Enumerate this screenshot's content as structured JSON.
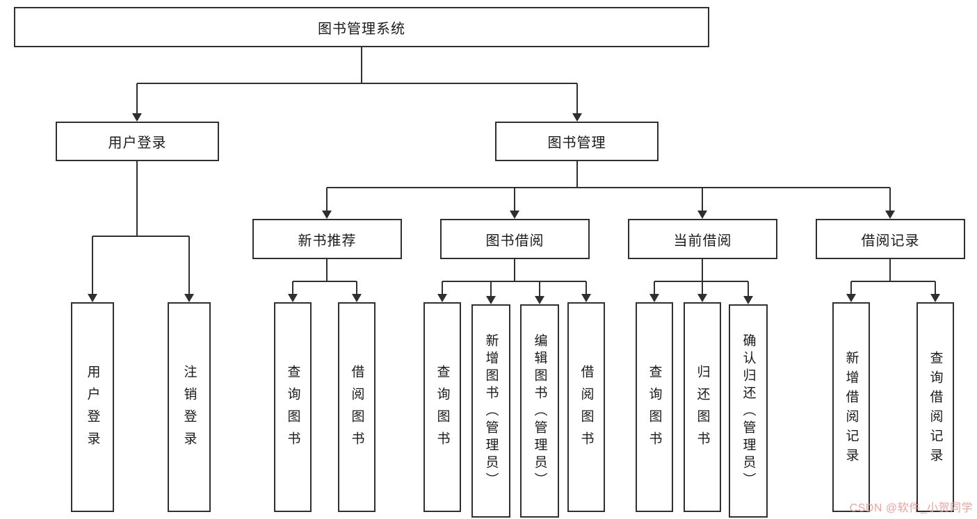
{
  "diagram": {
    "root_label": "图书管理系统",
    "branches": {
      "user_login": {
        "label": "用户登录",
        "children": [
          {
            "label": "用户登录"
          },
          {
            "label": "注销登录"
          }
        ]
      },
      "book_management": {
        "label": "图书管理",
        "sections": {
          "new_book_recommend": {
            "label": "新书推荐",
            "children": [
              {
                "label": "查询图书"
              },
              {
                "label": "借阅图书"
              }
            ]
          },
          "book_borrow": {
            "label": "图书借阅",
            "children": [
              {
                "label": "查询图书"
              },
              {
                "label": "新增图书（管理员）"
              },
              {
                "label": "编辑图书（管理员）"
              },
              {
                "label": "借阅图书"
              }
            ]
          },
          "current_borrow": {
            "label": "当前借阅",
            "children": [
              {
                "label": "查询图书"
              },
              {
                "label": "归还图书"
              },
              {
                "label": "确认归还（管理员）"
              }
            ]
          },
          "borrow_records": {
            "label": "借阅记录",
            "children": [
              {
                "label": "新增借阅记录"
              },
              {
                "label": "查询借阅记录"
              }
            ]
          }
        }
      }
    }
  },
  "watermark": {
    "text": "CSDN @软件_小贺同学",
    "color": "#f0a19b"
  },
  "colors": {
    "box_border": "#2f2f2f",
    "connector_line": "#2f2f2f",
    "text": "#1a1a1a",
    "background": "#ffffff"
  }
}
